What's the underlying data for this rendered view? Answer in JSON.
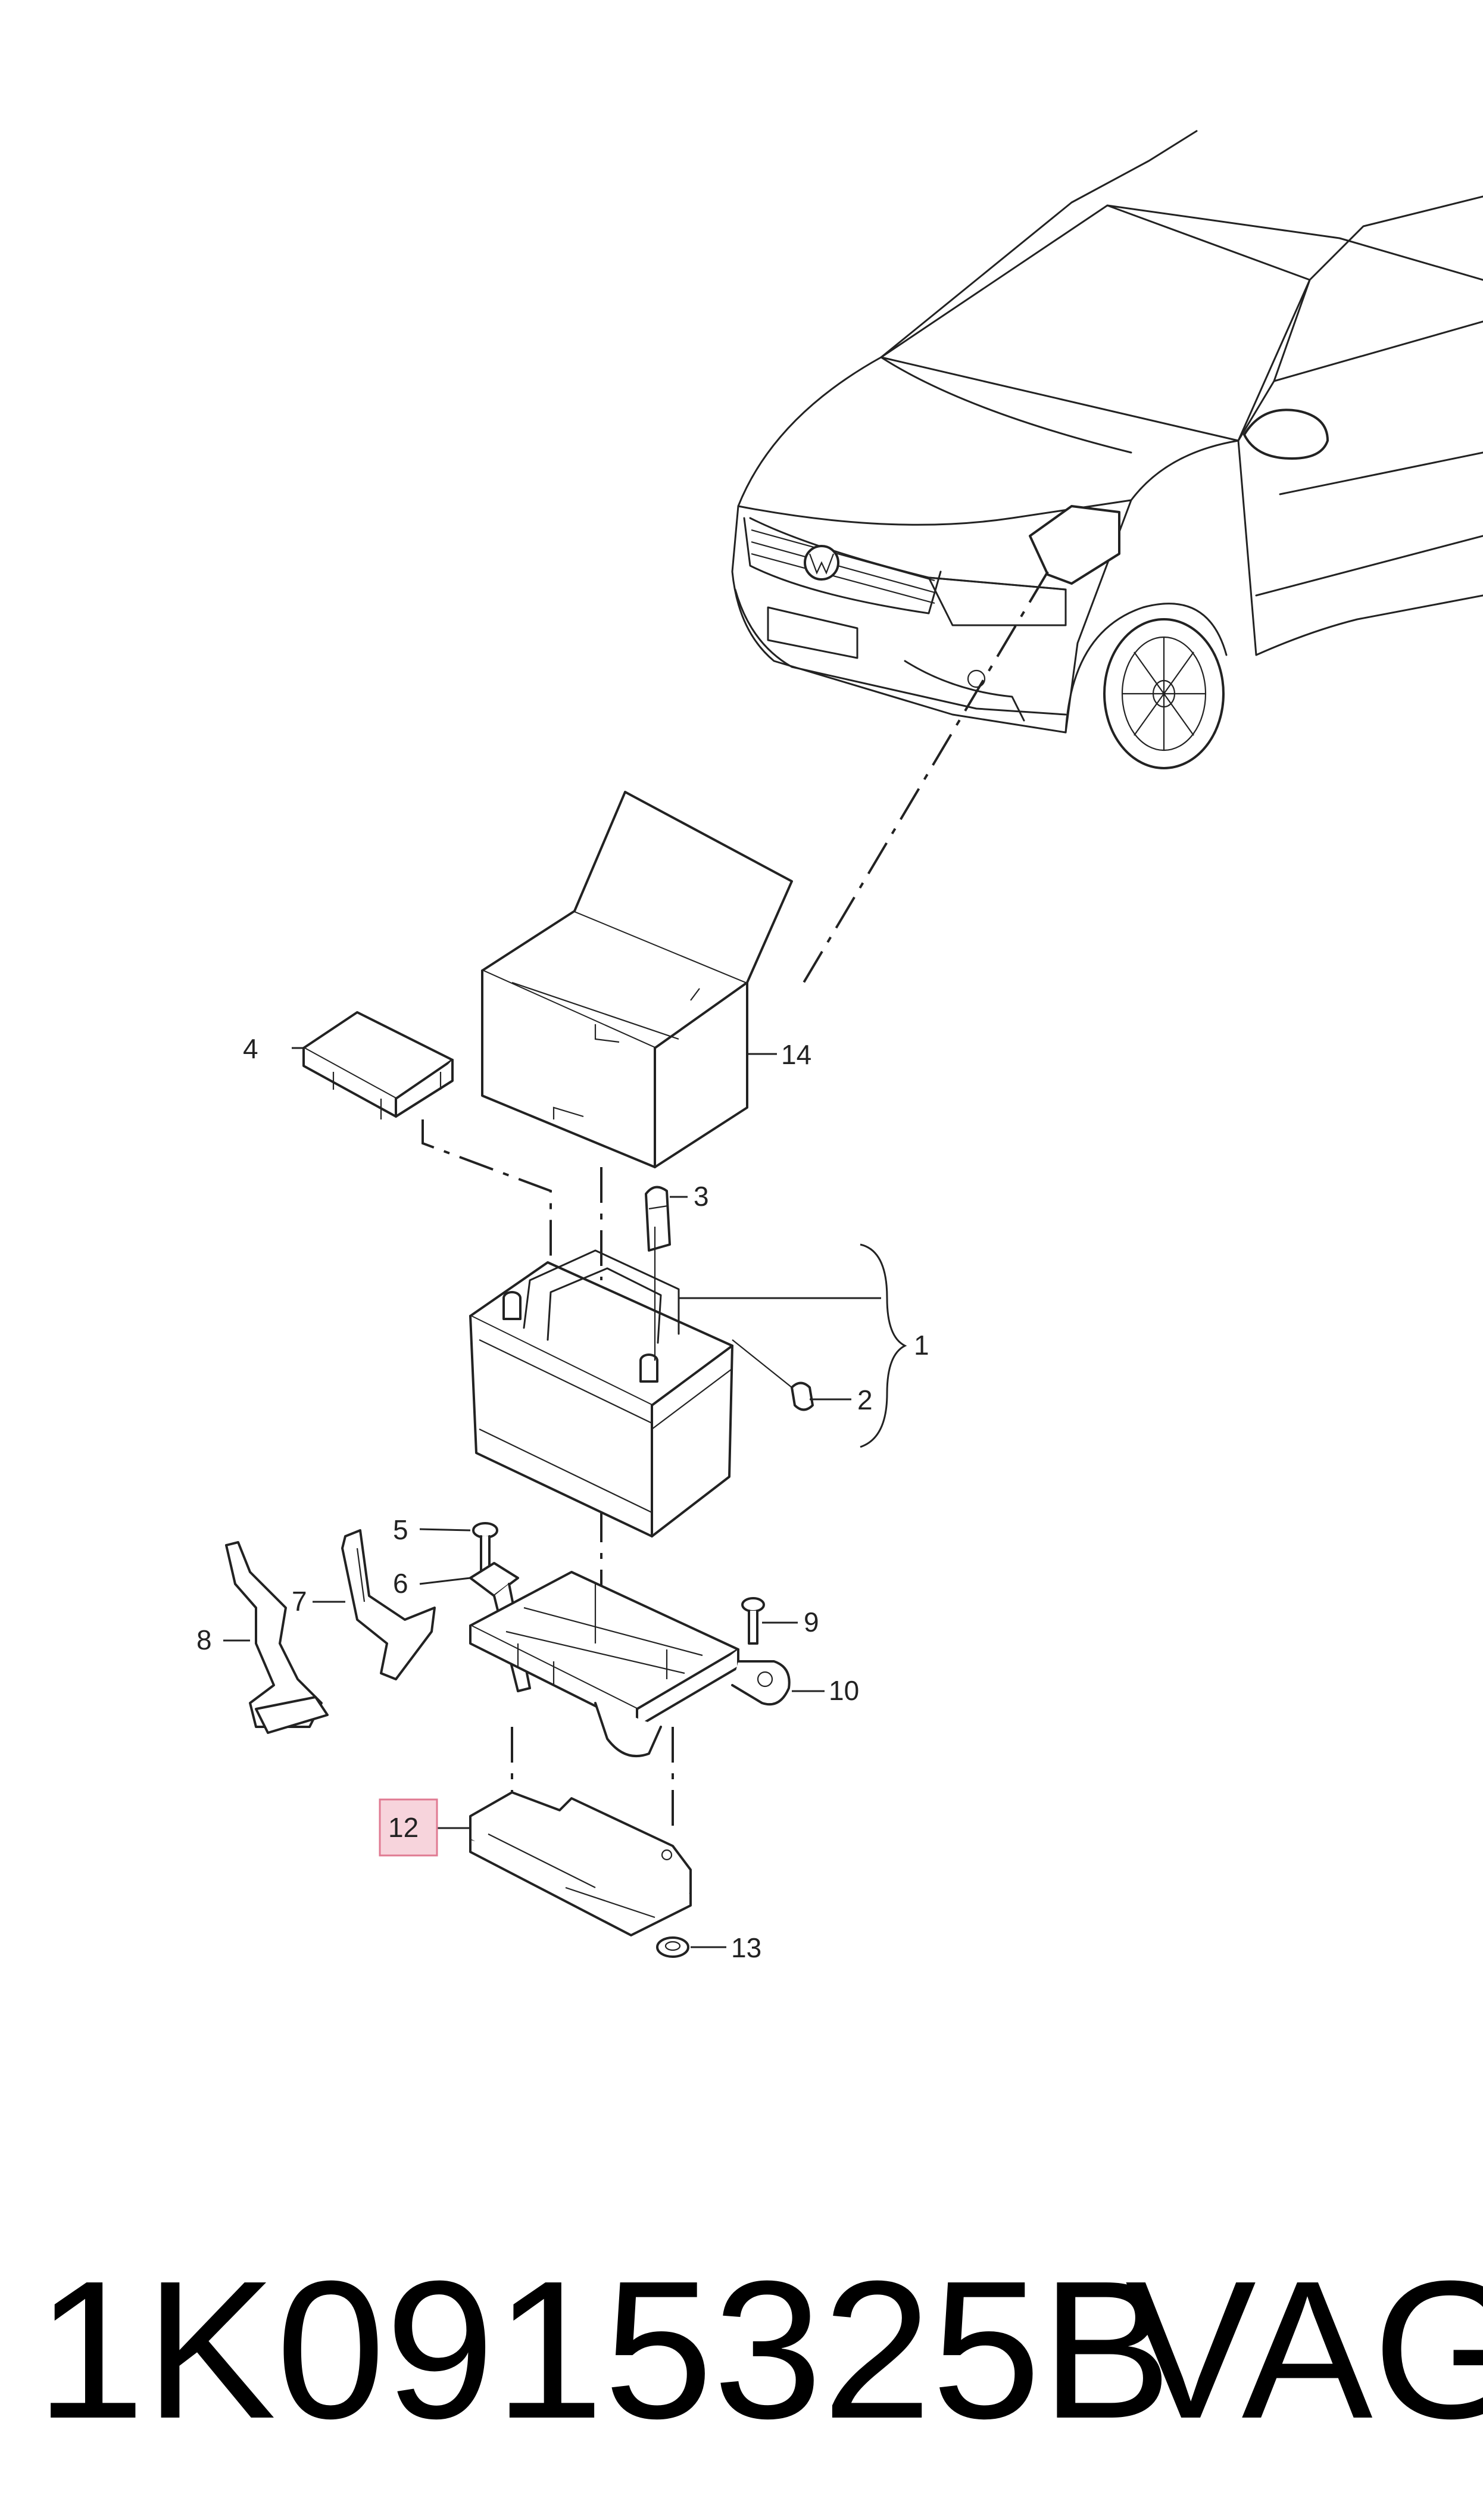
{
  "callouts": {
    "c1": "1",
    "c2": "2",
    "c3": "3",
    "c4": "4",
    "c5": "5",
    "c6": "6",
    "c7": "7",
    "c8": "8",
    "c9": "9",
    "c10": "10",
    "c12": "12",
    "c13": "13",
    "c14": "14"
  },
  "highlight_color": "#f7d4dc",
  "highlight_border": "#e07a92",
  "footer": {
    "part_number": "1K0915325B",
    "brand": "VAG"
  }
}
